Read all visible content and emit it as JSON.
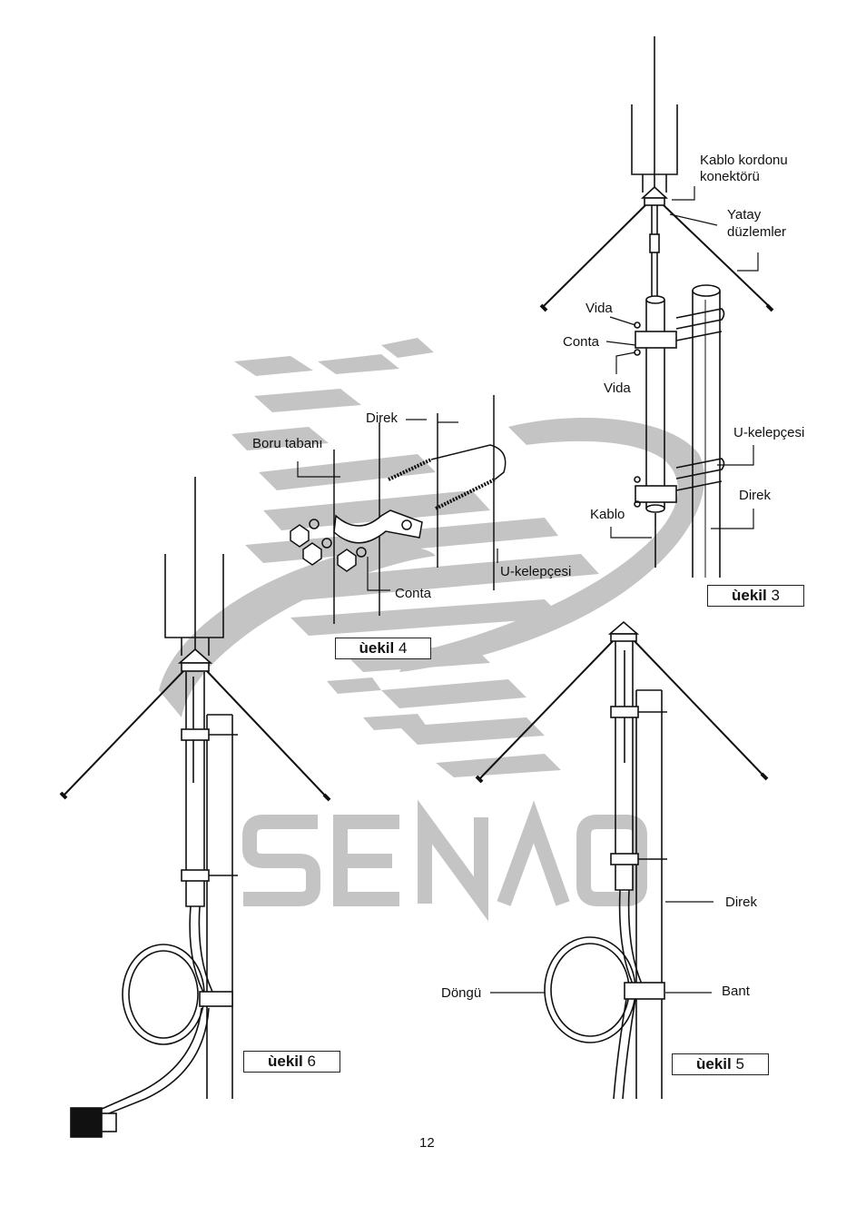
{
  "watermark": {
    "brand": "SENAO",
    "color": "#c4c4c4"
  },
  "figure3": {
    "caption_word": "ùekil",
    "caption_num": "3",
    "labels": {
      "connector": [
        "Kablo kordonu",
        "konektörü"
      ],
      "radials": [
        "Yatay",
        "düzlemler"
      ],
      "screw_top": "Vida",
      "washer": "Conta",
      "screw_bottom": "Vida",
      "u_clamp": "U-kelepçesi",
      "mast": "Direk",
      "cable": "Kablo"
    }
  },
  "figure4": {
    "caption_word": "ùekil",
    "caption_num": "4",
    "labels": {
      "pipe_base": "Boru tabanı",
      "mast": "Direk",
      "washer": "Conta",
      "u_clamp": "U-kelepçesi"
    }
  },
  "figure5": {
    "caption_word": "ùekil",
    "caption_num": "5",
    "labels": {
      "mast": "Direk",
      "loop": "Döngü",
      "band": "Bant"
    }
  },
  "figure6": {
    "caption_word": "ùekil",
    "caption_num": "6"
  },
  "page_number": "12"
}
